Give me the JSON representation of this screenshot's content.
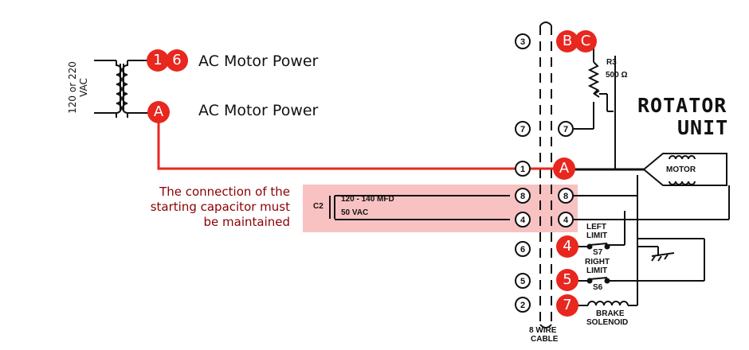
{
  "transformer_voltage": "120 or 220\nVAC",
  "ac_motor_power_1": "AC Motor Power",
  "ac_motor_power_2": "AC Motor Power",
  "badges": {
    "one": "1",
    "six": "6",
    "a_left": "A",
    "b": "B",
    "c": "C",
    "a_right": "A",
    "four": "4",
    "five": "5",
    "seven": "7"
  },
  "capacitor_note": "The connection of the starting capacitor must be maintained",
  "capacitor": {
    "ref": "C2",
    "rating1": "120 - 140 MFD",
    "rating2": "50 VAC"
  },
  "resistor": {
    "ref": "R3",
    "value": "500 Ω"
  },
  "rotator_unit": {
    "line1": "ROTATOR",
    "line2": "UNIT"
  },
  "motor_label": "MOTOR",
  "cable_terminals": [
    "3",
    "7",
    "1",
    "8",
    "4",
    "6",
    "5",
    "2"
  ],
  "unit_terminals": [
    "7",
    "8",
    "4"
  ],
  "switches": {
    "left1": "LEFT",
    "left2": "LIMIT",
    "left_ref": "S7",
    "right1": "RIGHT",
    "right2": "LIMIT",
    "right_ref": "S6"
  },
  "brake": {
    "line1": "BRAKE",
    "line2": "SOLENOID"
  },
  "cable": {
    "line1": "8 WIRE",
    "line2": "CABLE"
  },
  "colors": {
    "red": "#e8271f",
    "note": "#8b0000",
    "highlight": "#f07878"
  }
}
